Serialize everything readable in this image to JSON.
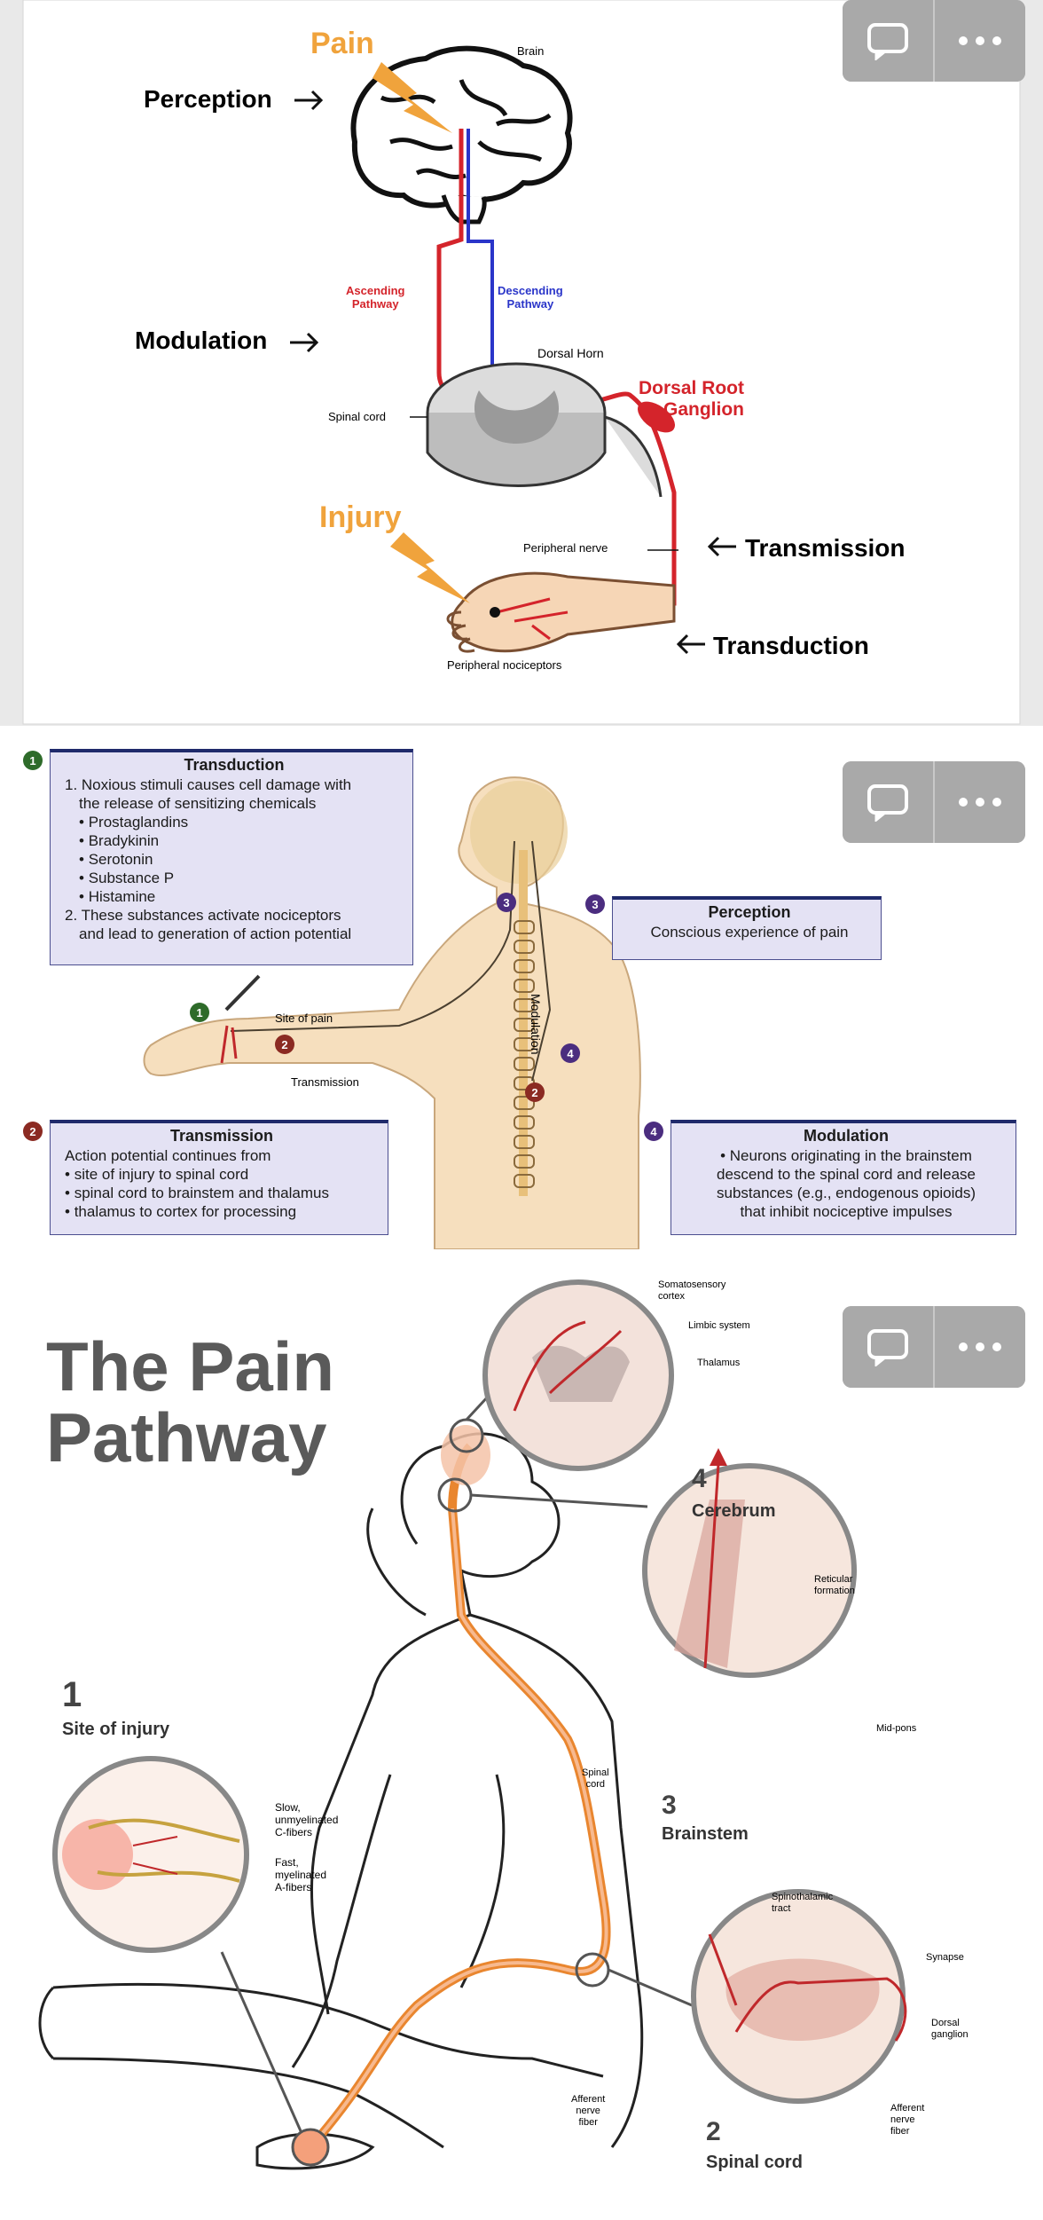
{
  "colors": {
    "card_bg": "#a7a7a7",
    "pain_orange": "#f0a33c",
    "nerve_red": "#d4242b",
    "desc_blue": "#2a35c9",
    "box_bg": "#e4e2f4",
    "badge_green": "#2e6b2a",
    "badge_red": "#8b2a22",
    "badge_purple": "#4b2d7f"
  },
  "panel1": {
    "labels": {
      "pain": "Pain",
      "brain": "Brain",
      "perception": "Perception",
      "ascending": "Ascending\nPathway",
      "descending": "Descending\nPathway",
      "modulation": "Modulation",
      "dorsal_horn": "Dorsal Horn",
      "spinal_cord": "Spinal cord",
      "dorsal_root": "Dorsal Root\nGanglion",
      "injury": "Injury",
      "peripheral_nerve": "Peripheral nerve",
      "transmission": "Transmission",
      "transduction": "Transduction",
      "peripheral_nociceptors": "Peripheral nociceptors"
    },
    "icons": [
      "right-arrow-icon",
      "left-arrow-icon",
      "lightning-bolt-icon",
      "comment-icon",
      "more-icon"
    ]
  },
  "panel2": {
    "transduction": {
      "title": "Transduction",
      "line1": "1. Noxious stimuli causes cell damage with",
      "line1b": "the release of sensitizing chemicals",
      "chemicals": [
        "Prostaglandins",
        "Bradykinin",
        "Serotonin",
        "Substance P",
        "Histamine"
      ],
      "line2": "2. These substances activate nociceptors",
      "line2b": "and lead to generation of action potential"
    },
    "perception": {
      "title": "Perception",
      "text": "Conscious experience of pain"
    },
    "transmission": {
      "title": "Transmission",
      "intro": "Action potential continues from",
      "items": [
        "site of injury to spinal cord",
        "spinal cord to brainstem and thalamus",
        "thalamus to cortex for processing"
      ]
    },
    "modulation": {
      "title": "Modulation",
      "lines": [
        "• Neurons originating in the brainstem",
        "descend to the spinal cord and release",
        "substances (e.g., endogenous opioids)",
        "that inhibit nociceptive impulses"
      ]
    },
    "figure_labels": {
      "site_of_pain": "Site of pain",
      "transmission": "Transmission",
      "modulation": "Modulation"
    },
    "badges": {
      "b1": "1",
      "b2": "2",
      "b3": "3",
      "b4": "4"
    }
  },
  "panel3": {
    "title_line1": "The Pain",
    "title_line2": "Pathway",
    "site_num": "1",
    "site": "Site of injury",
    "slow": "Slow,\nunmyelinated\nC-fibers",
    "fast": "Fast,\nmyelinated\nA-fibers",
    "cerebrum_num": "4",
    "cerebrum": "Cerebrum",
    "somatosensory": "Somatosensory\ncortex",
    "limbic": "Limbic system",
    "thalamus": "Thalamus",
    "reticular": "Reticular\nformation",
    "midpons": "Mid-pons",
    "brainstem_num": "3",
    "brainstem": "Brainstem",
    "spinal_cord_lbl": "Spinal\ncord",
    "spinothalamic": "Spinothalamic\ntract",
    "synapse": "Synapse",
    "dorsal_ganglion": "Dorsal\nganglion",
    "afferent1": "Afferent\nnerve\nfiber",
    "afferent2": "Afferent\nnerve\nfiber",
    "spinal_num": "2",
    "spinal": "Spinal cord"
  }
}
